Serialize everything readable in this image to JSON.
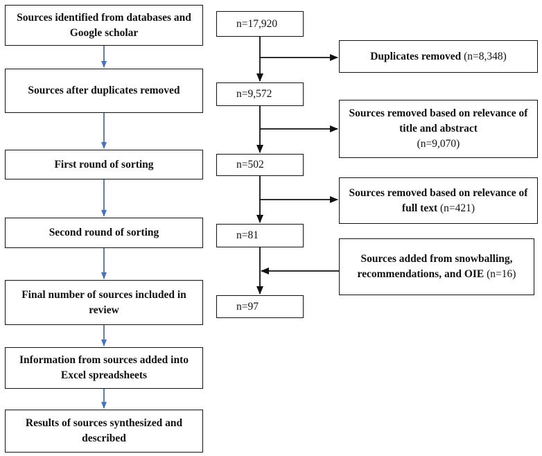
{
  "steps": [
    {
      "label": "Sources identified from databases and Google scholar"
    },
    {
      "label": "Sources after duplicates removed"
    },
    {
      "label": "First round of sorting"
    },
    {
      "label": "Second round of sorting"
    },
    {
      "label": "Final number of sources included in review"
    },
    {
      "label": "Information from sources added into Excel spreadsheets"
    },
    {
      "label": "Results of sources synthesized and described"
    }
  ],
  "counts": [
    {
      "label": "n=17,920"
    },
    {
      "label": "n=9,572"
    },
    {
      "label": "n=502"
    },
    {
      "label": "n=81"
    },
    {
      "label": "n=97"
    }
  ],
  "side_boxes": [
    {
      "label": "Duplicates removed",
      "count": "(n=8,348)"
    },
    {
      "label": "Sources removed based on relevance of title and abstract",
      "count": "(n=9,070)"
    },
    {
      "label": "Sources removed based on relevance of full text",
      "count": "(n=421)"
    },
    {
      "label": "Sources added from snowballing, recommendations, and OIE",
      "count": "(n=16)"
    }
  ],
  "colors": {
    "left_arrow": "#4472C4",
    "right_arrow": "#111111"
  }
}
